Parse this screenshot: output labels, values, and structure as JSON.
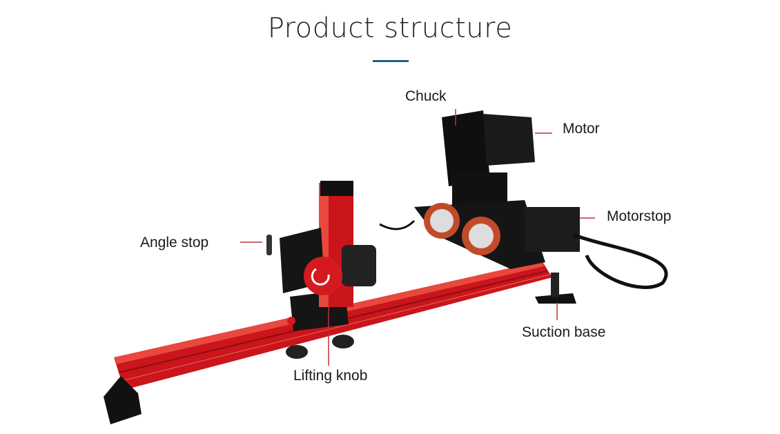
{
  "title": "Product structure",
  "accent_color": "#1e5f86",
  "leader_color": "#c0303a",
  "labels": {
    "chuck": "Chuck",
    "motor": "Motor",
    "motorstop": "Motorstop",
    "angle_stop": "Angle stop",
    "suction_base": "Suction base",
    "lifting_knob": "Lifting knob"
  }
}
